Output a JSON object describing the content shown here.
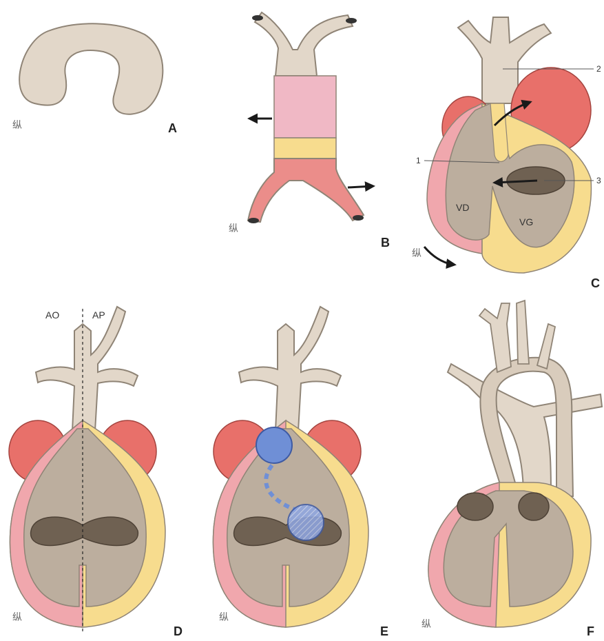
{
  "panels": {
    "a": {
      "letter": "A",
      "signature": "纵"
    },
    "b": {
      "letter": "B",
      "signature": "纵"
    },
    "c": {
      "letter": "C",
      "signature": "纵",
      "leaders": [
        "1",
        "2",
        "3"
      ],
      "ventricles": [
        "VD",
        "VG"
      ]
    },
    "d": {
      "letter": "D",
      "signature": "纵",
      "vessels": [
        "AO",
        "AP"
      ]
    },
    "e": {
      "letter": "E",
      "signature": "纵"
    },
    "f": {
      "letter": "F",
      "signature": "纵"
    }
  },
  "colors": {
    "vessel": "#e2d7c9",
    "vessel_outline": "#8f8476",
    "chamber": "#bcae9e",
    "chamber_dark": "#6f6152",
    "atrium": "#e8706a",
    "right_wall": "#f0a7ad",
    "left_wall": "#f7dc8e",
    "blue": "#6f8fd6",
    "arrow": "#1a1a1a"
  }
}
